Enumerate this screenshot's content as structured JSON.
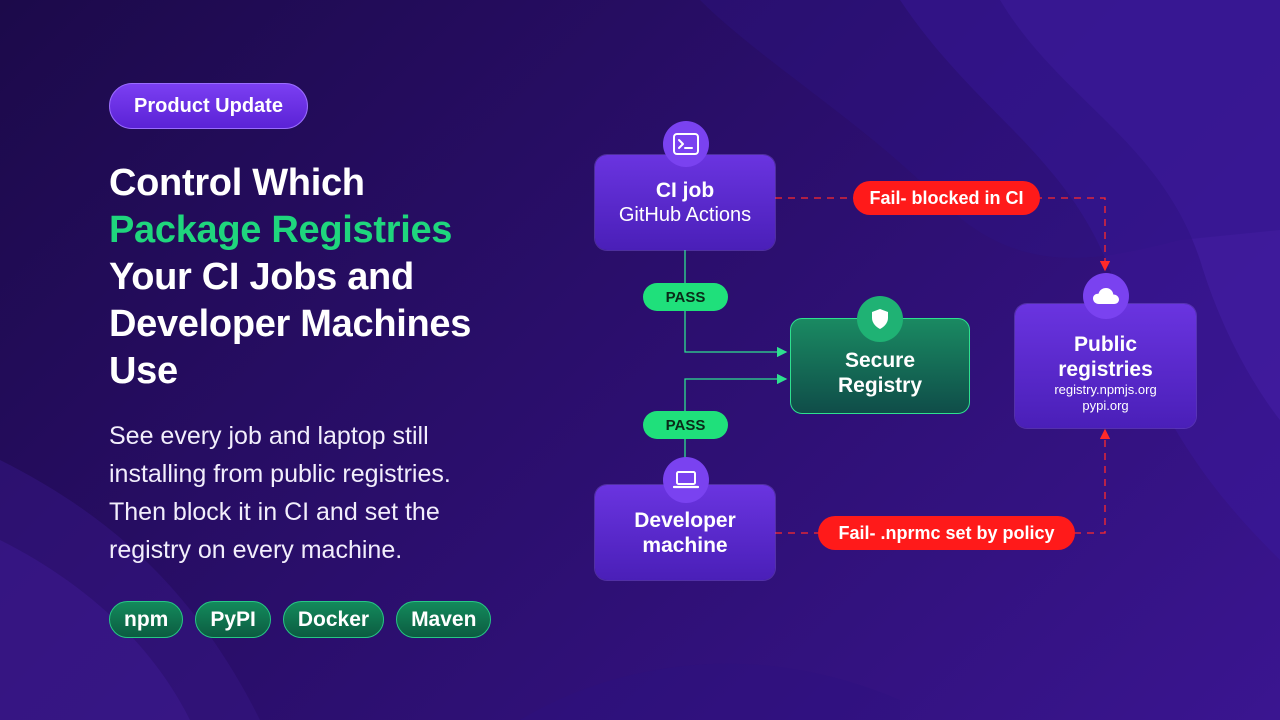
{
  "badge": "Product Update",
  "headline": {
    "line1": "Control Which",
    "line2": "Package Registries",
    "line3": "Your CI Jobs and",
    "line4": "Developer Machines",
    "line5": "Use"
  },
  "subtitle": {
    "line1": "See every job and laptop still",
    "line2": "installing from public registries.",
    "line3": "Then block it in CI and set the",
    "line4": "registry on every machine."
  },
  "tags": [
    "npm",
    "PyPI",
    "Docker",
    "Maven"
  ],
  "diagram": {
    "ci_job": {
      "title": "CI job",
      "subtitle": "GitHub Actions",
      "icon": "terminal-icon"
    },
    "developer": {
      "title_line1": "Developer",
      "title_line2": "machine",
      "icon": "laptop-icon"
    },
    "secure_registry": {
      "line1": "Secure",
      "line2": "Registry",
      "icon": "shield-icon"
    },
    "public_registries": {
      "line1": "Public",
      "line2": "registries",
      "url1": "registry.npmjs.org",
      "url2": "pypi.org",
      "icon": "cloud-icon"
    },
    "pass_top": "PASS",
    "pass_bottom": "PASS",
    "fail_top": "Fail- blocked in CI",
    "fail_bottom": "Fail- .nprmc set by policy"
  },
  "colors": {
    "accent_green": "#1fd67d",
    "purple": "#6a34e0",
    "fail_red": "#ff1a1a",
    "pass_green": "#1fe07b"
  }
}
